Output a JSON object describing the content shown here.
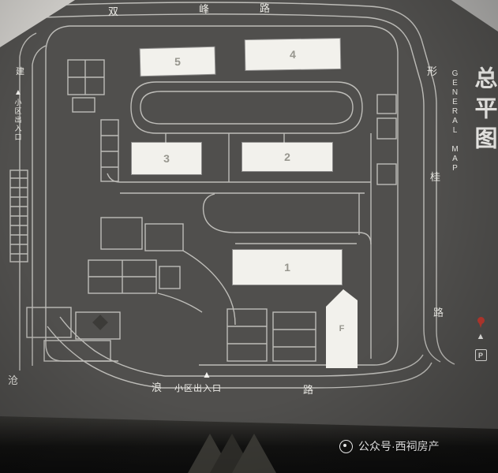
{
  "board": {
    "title_cn": "总平图",
    "title_en": "GENERAL MAP",
    "roads": {
      "top": [
        "双",
        "峰",
        "路"
      ],
      "right": [
        "形",
        "桂",
        "路"
      ],
      "left": [
        "建"
      ],
      "bottom": [
        "沧",
        "浪",
        "路"
      ]
    },
    "entrances": {
      "left_label": "小区出入口",
      "bottom_label": "小区出入口",
      "marker": "▲"
    },
    "buildings": [
      {
        "label": "5"
      },
      {
        "label": "4"
      },
      {
        "label": "3"
      },
      {
        "label": "2"
      },
      {
        "label": "1"
      },
      {
        "label": "F"
      }
    ],
    "legend": {
      "entrance": "▲",
      "parking": "P"
    }
  },
  "watermark": {
    "text": "公众号·西祠房产"
  }
}
